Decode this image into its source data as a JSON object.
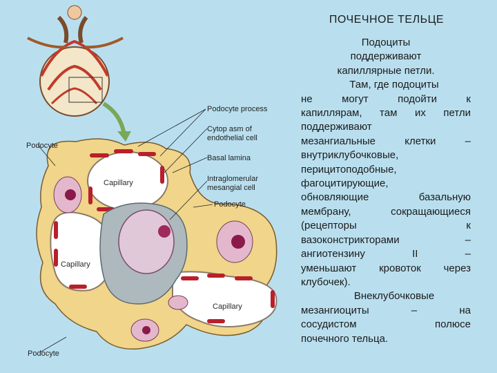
{
  "slide": {
    "title": "ПОЧЕЧНОЕ ТЕЛЬЦЕ",
    "paragraphs": [
      "Подоциты",
      "поддерживают",
      "капиллярные петли.",
      "Там, где подоциты",
      "не могут подойти к",
      "капиллярам, там их петли",
      "поддерживают",
      "мезангиальные клетки –",
      "внутриклубочковые,",
      "перицитоподобные,",
      "фагоцитирующие,",
      "обновляющие базальную",
      "мембрану, сокращающиеся",
      "(рецепторы к",
      "вазоконстрикторами –",
      "ангиотензину II –",
      "уменьшают кровоток через",
      "клубочек).",
      "Внеклубочковые",
      "мезангиоциты – на",
      "сосудистом полюсе",
      "почечного тельца."
    ]
  },
  "figure": {
    "labels": {
      "podocyte_process": "Podocyte process",
      "cytoplasm_line1": "Cytop asm of",
      "cytoplasm_line2": "endothelial cell",
      "basal_lamina": "Basal lamina",
      "intraglomerular_line1": "Intraglomerular",
      "intraglomerular_line2": "mesangial cell",
      "podocyte_right": "Podocyte",
      "podocyte_left": "Podocyte",
      "podocyte_bottom": "Podocyte",
      "capillary_top": "Capillary",
      "capillary_left": "Capillary",
      "capillary_right": "Capillary"
    }
  }
}
